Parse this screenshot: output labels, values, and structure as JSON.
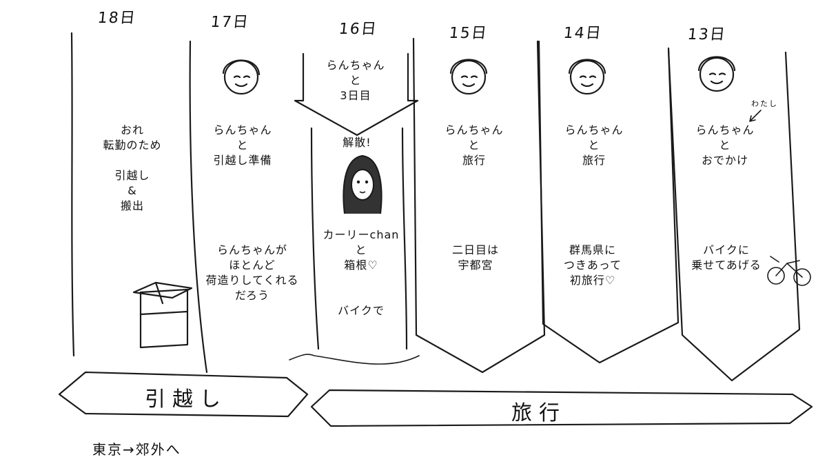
{
  "columns": [
    {
      "date": "18日",
      "texts": [
        "おれ\n転勤のため\n\n引越し\n&\n搬出"
      ]
    },
    {
      "date": "17日",
      "texts": [
        "らんちゃん\nと\n引越し準備",
        "らんちゃんが\nほとんど\n荷造りしてくれる\nだろう"
      ]
    },
    {
      "date": "16日",
      "texts": [
        "らんちゃん\nと\n3日目",
        "解散!",
        "カーリーchan\nと\n箱根♡",
        "バイクで"
      ]
    },
    {
      "date": "15日",
      "texts": [
        "らんちゃん\nと\n旅行",
        "二日目は\n宇都宮"
      ]
    },
    {
      "date": "14日",
      "texts": [
        "らんちゃん\nと\n旅行",
        "群馬県に\nつきあって\n初旅行♡"
      ]
    },
    {
      "date": "13日",
      "texts": [
        "らんちゃん\nと\nおでかけ",
        "バイクに\n乗せてあげる"
      ],
      "note": "わたし"
    }
  ],
  "bands": {
    "moving": "引越し",
    "travel": "旅行"
  },
  "footer": "東京→郊外へ",
  "icons": [
    "face-icon",
    "box-icon",
    "girl-face-icon",
    "bicycle-icon"
  ]
}
